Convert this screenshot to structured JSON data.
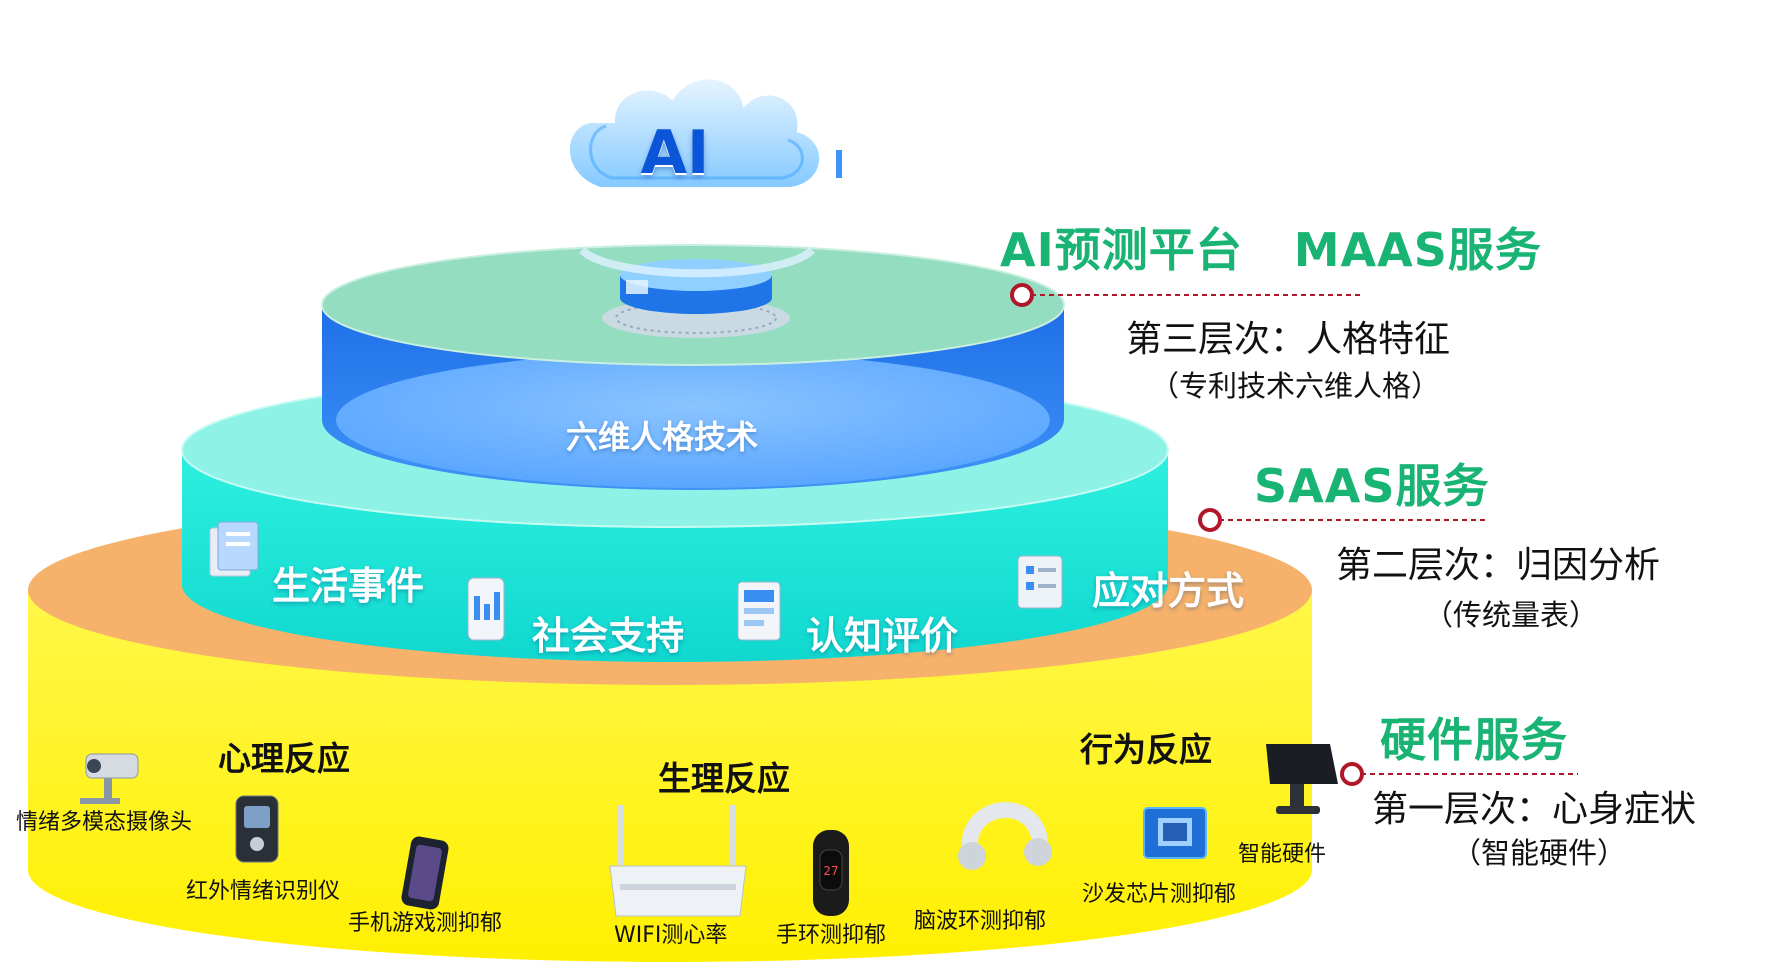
{
  "top_tier": {
    "label": "六维人格技术",
    "ai_badge": "AI"
  },
  "middle_tier": {
    "items": [
      {
        "label": "生活事件",
        "icon": "document-stack-icon"
      },
      {
        "label": "社会支持",
        "icon": "chart-phone-icon"
      },
      {
        "label": "认知评价",
        "icon": "dashboard-icon"
      },
      {
        "label": "应对方式",
        "icon": "checklist-icon"
      }
    ]
  },
  "bottom_tier": {
    "groups": {
      "psych": "心理反应",
      "physio": "生理反应",
      "behavior": "行为反应"
    },
    "devices": {
      "camera": "情绪多模态摄像头",
      "infrared": "红外情绪识别仪",
      "phone": "手机游戏测抑郁",
      "wifi": "WIFI测心率",
      "band": "手环测抑郁",
      "eeg": "脑波环测抑郁",
      "chip": "沙发芯片测抑郁",
      "terminal": "智能硬件"
    }
  },
  "side_labels": [
    {
      "service": "AI预测平台   MAAS服务",
      "level": "第三层次：人格特征",
      "sub": "（专利技术六维人格）"
    },
    {
      "service": "SAAS服务",
      "level": "第二层次：归因分析",
      "sub": "（传统量表）"
    },
    {
      "service": "硬件服务",
      "level": "第一层次：心身症状",
      "sub": "（智能硬件）"
    }
  ],
  "colors": {
    "service_green": "#19b374",
    "top_tier": "#2a7ff0",
    "middle_tier": "#1fe3d6",
    "bottom_tier": "#fff318",
    "bottom_rim": "#f6b26b",
    "marker": "#b0182a"
  }
}
